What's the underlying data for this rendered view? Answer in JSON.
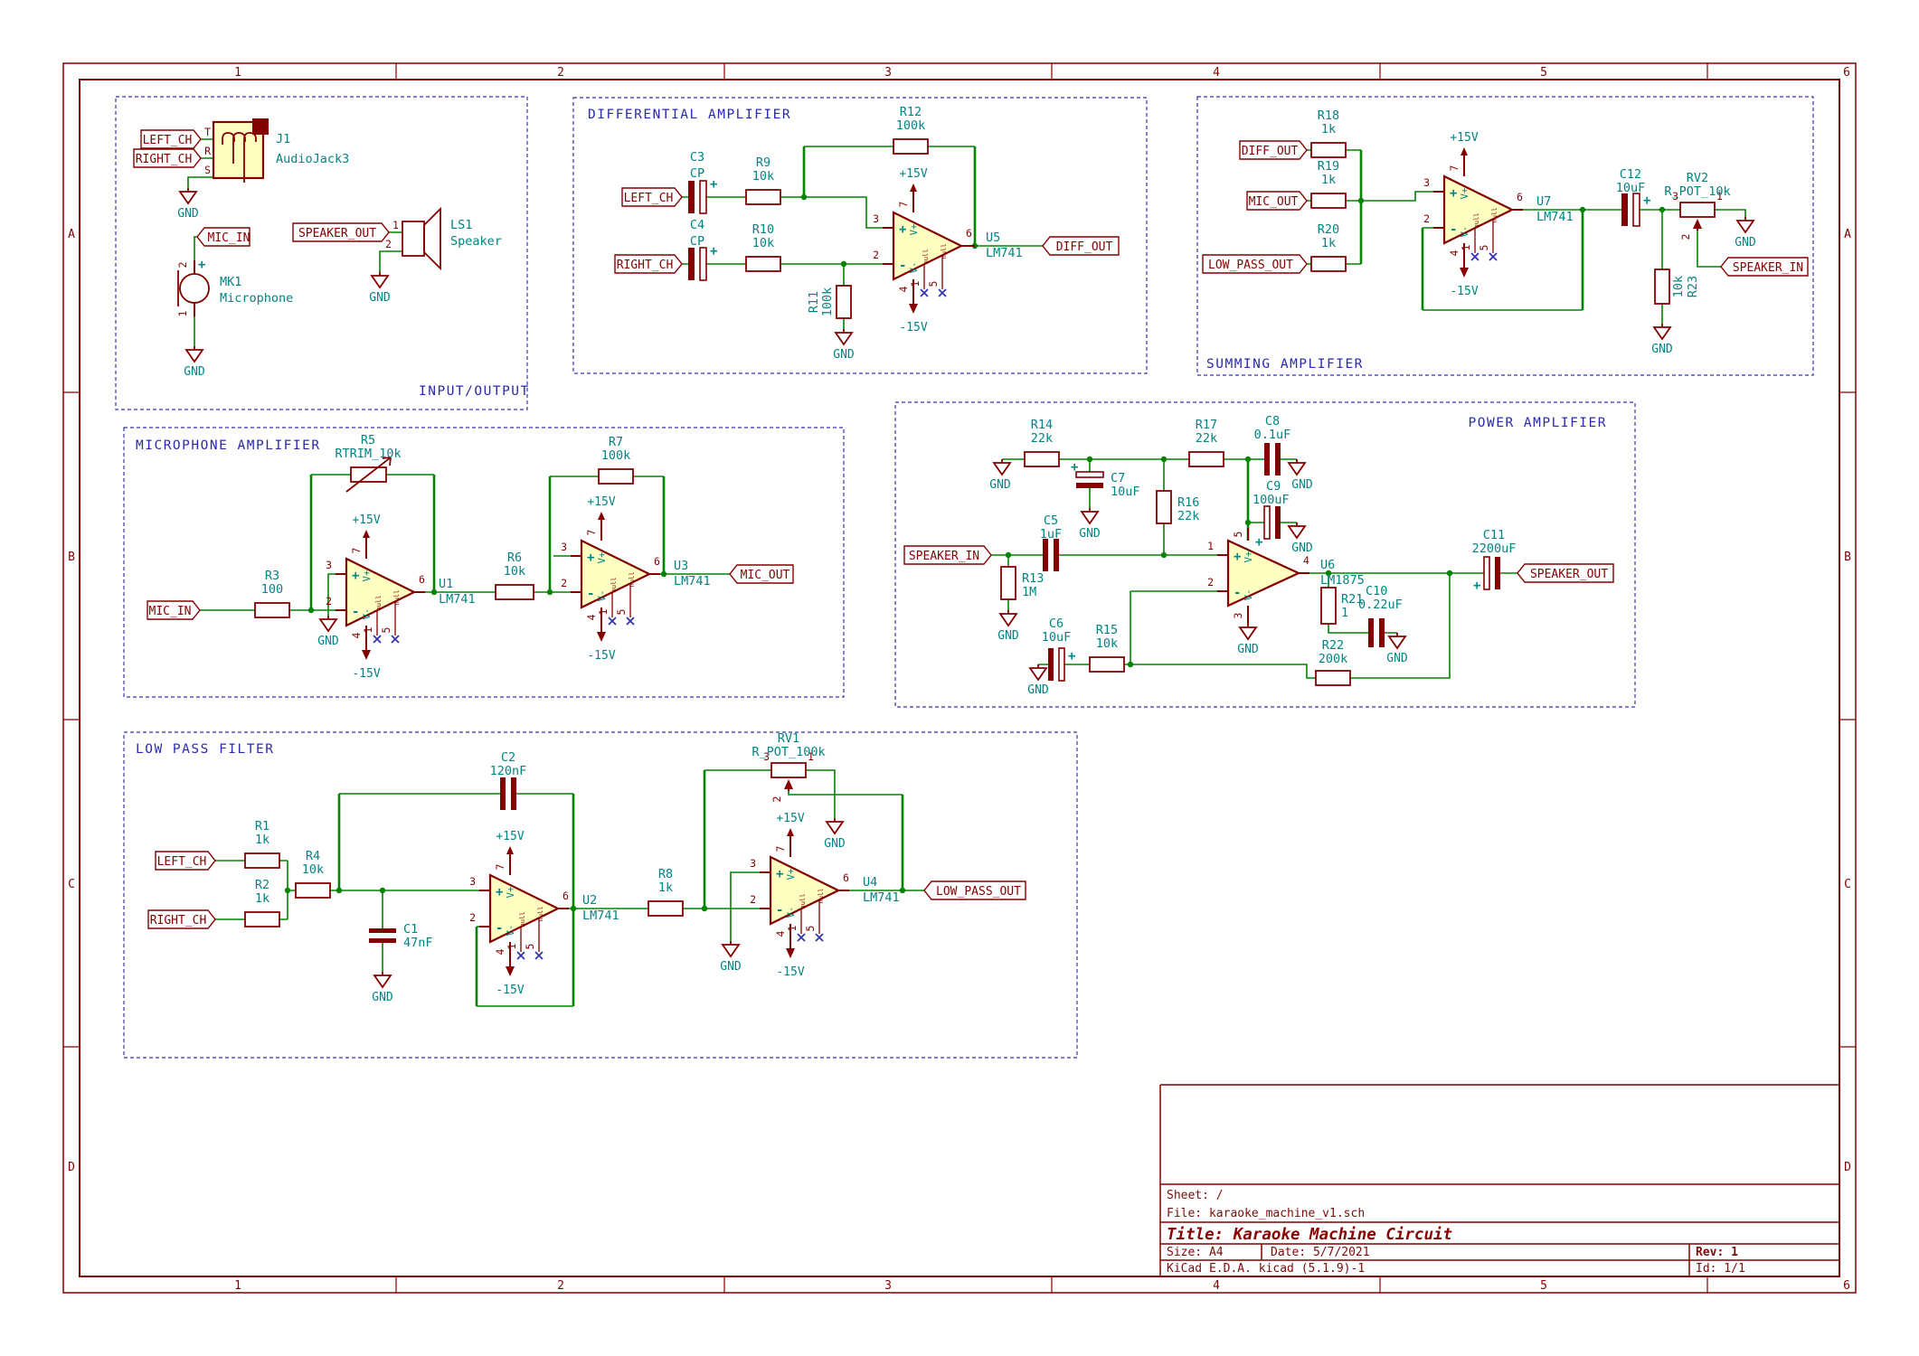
{
  "colors": {
    "wire": "#008400",
    "symbol": "#840000",
    "field_text": "#008484",
    "notes": "#3434b0",
    "net_label": "#840000",
    "body_fill": "#FFFFC2",
    "frame": "#840000"
  },
  "frame": {
    "cols": [
      "1",
      "2",
      "3",
      "4",
      "5",
      "6"
    ],
    "rows": [
      "A",
      "B",
      "C",
      "D"
    ]
  },
  "titleblock": {
    "sheet": "Sheet: /",
    "file": "File: karaoke_machine_v1.sch",
    "title": "Title: Karaoke Machine Circuit",
    "size": "Size: A4",
    "date": "Date: 5/7/2021",
    "rev": "Rev: 1",
    "tool": "KiCad E.D.A.  kicad (5.1.9)-1",
    "id": "Id: 1/1"
  },
  "nets": {
    "left_ch": "LEFT_CH",
    "right_ch": "RIGHT_CH",
    "mic_in": "MIC_IN",
    "mic_out": "MIC_OUT",
    "diff_out": "DIFF_OUT",
    "low_pass_out": "LOW_PASS_OUT",
    "speaker_in": "SPEAKER_IN",
    "speaker_out": "SPEAKER_OUT"
  },
  "pins": {
    "p1": "1",
    "p2": "2",
    "p3": "3",
    "p4": "4",
    "p5": "5",
    "p6": "6",
    "p7": "7"
  },
  "sym": {
    "gnd": "GND",
    "vp": "+15V",
    "vn": "-15V",
    "plus": "+",
    "minus": "-",
    "vplus": "V+",
    "vminus": "V-",
    "null_lbl": "null"
  },
  "blocks": {
    "io": {
      "title": "INPUT/OUTPUT",
      "j1": {
        "ref": "J1",
        "value": "AudioJack3",
        "pt": "T",
        "pr": "R",
        "ps": "S"
      },
      "mk1": {
        "ref": "MK1",
        "value": "Microphone"
      },
      "ls1": {
        "ref": "LS1",
        "value": "Speaker"
      }
    },
    "diff": {
      "title": "DIFFERENTIAL AMPLIFIER",
      "c3": {
        "ref": "C3",
        "value": "CP"
      },
      "c4": {
        "ref": "C4",
        "value": "CP"
      },
      "r9": {
        "ref": "R9",
        "value": "10k"
      },
      "r10": {
        "ref": "R10",
        "value": "10k"
      },
      "r11": {
        "ref": "R11",
        "value": "100k"
      },
      "r12": {
        "ref": "R12",
        "value": "100k"
      },
      "u5": {
        "ref": "U5",
        "value": "LM741"
      }
    },
    "sum": {
      "title": "SUMMING AMPLIFIER",
      "r18": {
        "ref": "R18",
        "value": "1k"
      },
      "r19": {
        "ref": "R19",
        "value": "1k"
      },
      "r20": {
        "ref": "R20",
        "value": "1k"
      },
      "u7": {
        "ref": "U7",
        "value": "LM741"
      },
      "c12": {
        "ref": "C12",
        "value": "10uF"
      },
      "rv2": {
        "ref": "RV2",
        "value": "R_POT_10k"
      },
      "r23": {
        "ref": "R23",
        "value": "10k"
      }
    },
    "mic": {
      "title": "MICROPHONE AMPLIFIER",
      "r3": {
        "ref": "R3",
        "value": "100"
      },
      "r5": {
        "ref": "R5",
        "value": "RTRIM_10k"
      },
      "r6": {
        "ref": "R6",
        "value": "10k"
      },
      "r7": {
        "ref": "R7",
        "value": "100k"
      },
      "u1": {
        "ref": "U1",
        "value": "LM741"
      },
      "u3": {
        "ref": "U3",
        "value": "LM741"
      }
    },
    "pwr": {
      "title": "POWER AMPLIFIER",
      "r14": {
        "ref": "R14",
        "value": "22k"
      },
      "c7": {
        "ref": "C7",
        "value": "10uF"
      },
      "r17": {
        "ref": "R17",
        "value": "22k"
      },
      "c8": {
        "ref": "C8",
        "value": "0.1uF"
      },
      "c9": {
        "ref": "C9",
        "value": "100uF"
      },
      "r16": {
        "ref": "R16",
        "value": "22k"
      },
      "c5": {
        "ref": "C5",
        "value": "1uF"
      },
      "r13": {
        "ref": "R13",
        "value": "1M"
      },
      "c6": {
        "ref": "C6",
        "value": "10uF"
      },
      "r15": {
        "ref": "R15",
        "value": "10k"
      },
      "u6": {
        "ref": "U6",
        "value": "LM1875"
      },
      "r21": {
        "ref": "R21",
        "value": "1"
      },
      "c10": {
        "ref": "C10",
        "value": "0.22uF"
      },
      "r22": {
        "ref": "R22",
        "value": "200k"
      },
      "c11": {
        "ref": "C11",
        "value": "2200uF"
      }
    },
    "lpf": {
      "title": "LOW PASS FILTER",
      "r1": {
        "ref": "R1",
        "value": "1k"
      },
      "r2": {
        "ref": "R2",
        "value": "1k"
      },
      "r4": {
        "ref": "R4",
        "value": "10k"
      },
      "c1": {
        "ref": "C1",
        "value": "47nF"
      },
      "c2": {
        "ref": "C2",
        "value": "120nF"
      },
      "u2": {
        "ref": "U2",
        "value": "LM741"
      },
      "r8": {
        "ref": "R8",
        "value": "1k"
      },
      "rv1": {
        "ref": "RV1",
        "value": "R_POT_100k"
      },
      "u4": {
        "ref": "U4",
        "value": "LM741"
      }
    }
  }
}
